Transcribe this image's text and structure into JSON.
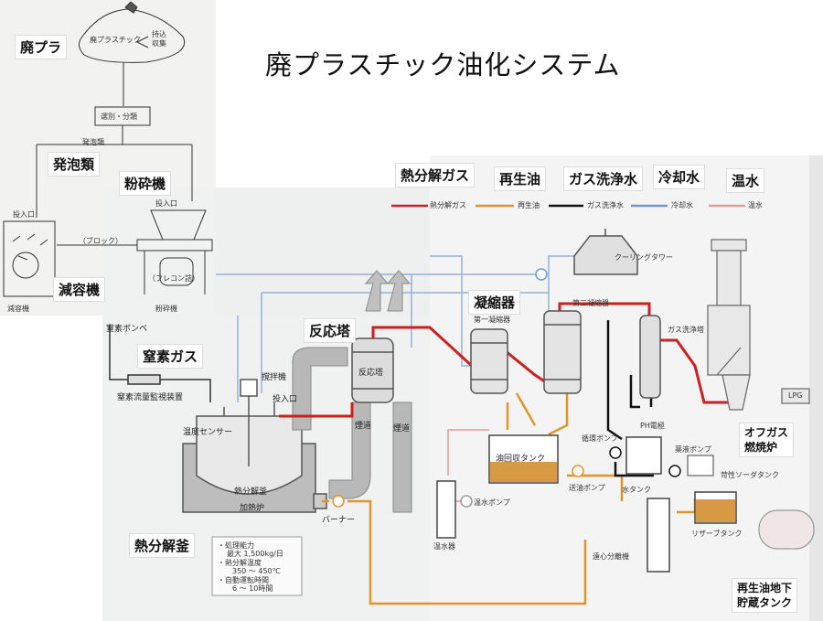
{
  "title": "廃プラスチック油化システム",
  "callouts": {
    "waste_plastic": "廃プラ",
    "foam": "発泡類",
    "crusher": "粉砕機",
    "volume_reducer": "減容機",
    "reaction_tower": "反応塔",
    "nitrogen_gas": "窒素ガス",
    "pyrolysis_kettle": "熱分解釜",
    "condenser": "凝縮器",
    "offgas_furnace_1": "オフガス",
    "offgas_furnace_2": "燃焼炉",
    "storage_tank_1": "再生油地下",
    "storage_tank_2": "貯蔵タンク"
  },
  "legend_tags": [
    "熱分解ガス",
    "再生油",
    "ガス洗浄水",
    "冷却水",
    "温水"
  ],
  "legend_line": [
    {
      "label": "熱分解ガス",
      "color": "#cc1f1f"
    },
    {
      "label": "再生油",
      "color": "#e0952a"
    },
    {
      "label": "ガス洗浄水",
      "color": "#111111"
    },
    {
      "label": "冷却水",
      "color": "#6b9ad1"
    },
    {
      "label": "温水",
      "color": "#e59a9a"
    }
  ],
  "topleft_sketch": {
    "bag_text": "廃プラスチック",
    "bag_side_1": "持込",
    "bag_side_2": "収集",
    "sort_box": "選別・分類",
    "foam_small": "発泡類",
    "inlet_left": "投入口",
    "inlet_right": "投入口",
    "block": "（ブロック）",
    "flakes": "（フレコン詰）",
    "reducer_caption": "減容機",
    "crusher_caption": "粉砕機"
  },
  "equipment_text": {
    "nitrogen_cylinder": "窒素ボンベ",
    "flow_monitor": "窒素流量監視装置",
    "agitator": "撹拌機",
    "feed_inlet": "投入口",
    "temp_sensor": "温度センサー",
    "kettle": "熱分解釜",
    "furnace": "加熱炉",
    "burner": "バーナー",
    "reaction_tower": "反応塔",
    "flue_1": "煙道",
    "flue_2": "煙道",
    "cooling_tower": "クーリングタワー",
    "first_condenser": "第一凝縮器",
    "second_condenser": "第二凝縮器",
    "gas_scrubber": "ガス洗浄塔",
    "oil_recovery_tank": "油回収タンク",
    "circulation_pump": "循環ポンプ",
    "ph_electrode": "PH電極",
    "chemical_pump": "薬液ポンプ",
    "caustic_tank": "苛性ソーダタンク",
    "warm_water_pump": "温水ポンプ",
    "transfer_pump": "送油ポンプ",
    "water_tank": "水タンク",
    "water_heater": "温水器",
    "centrifuge": "遠心分離機",
    "reserve_tank": "リザーブタンク",
    "lpg": "LPG"
  },
  "spec_box": {
    "line1": "・処理能力",
    "line2": "最大 1,500kg/日",
    "line3": "・熱分解温度",
    "line4": "350 ～ 450℃",
    "line5": "・自動運転時間",
    "line6": "6 ～ 10時間"
  }
}
